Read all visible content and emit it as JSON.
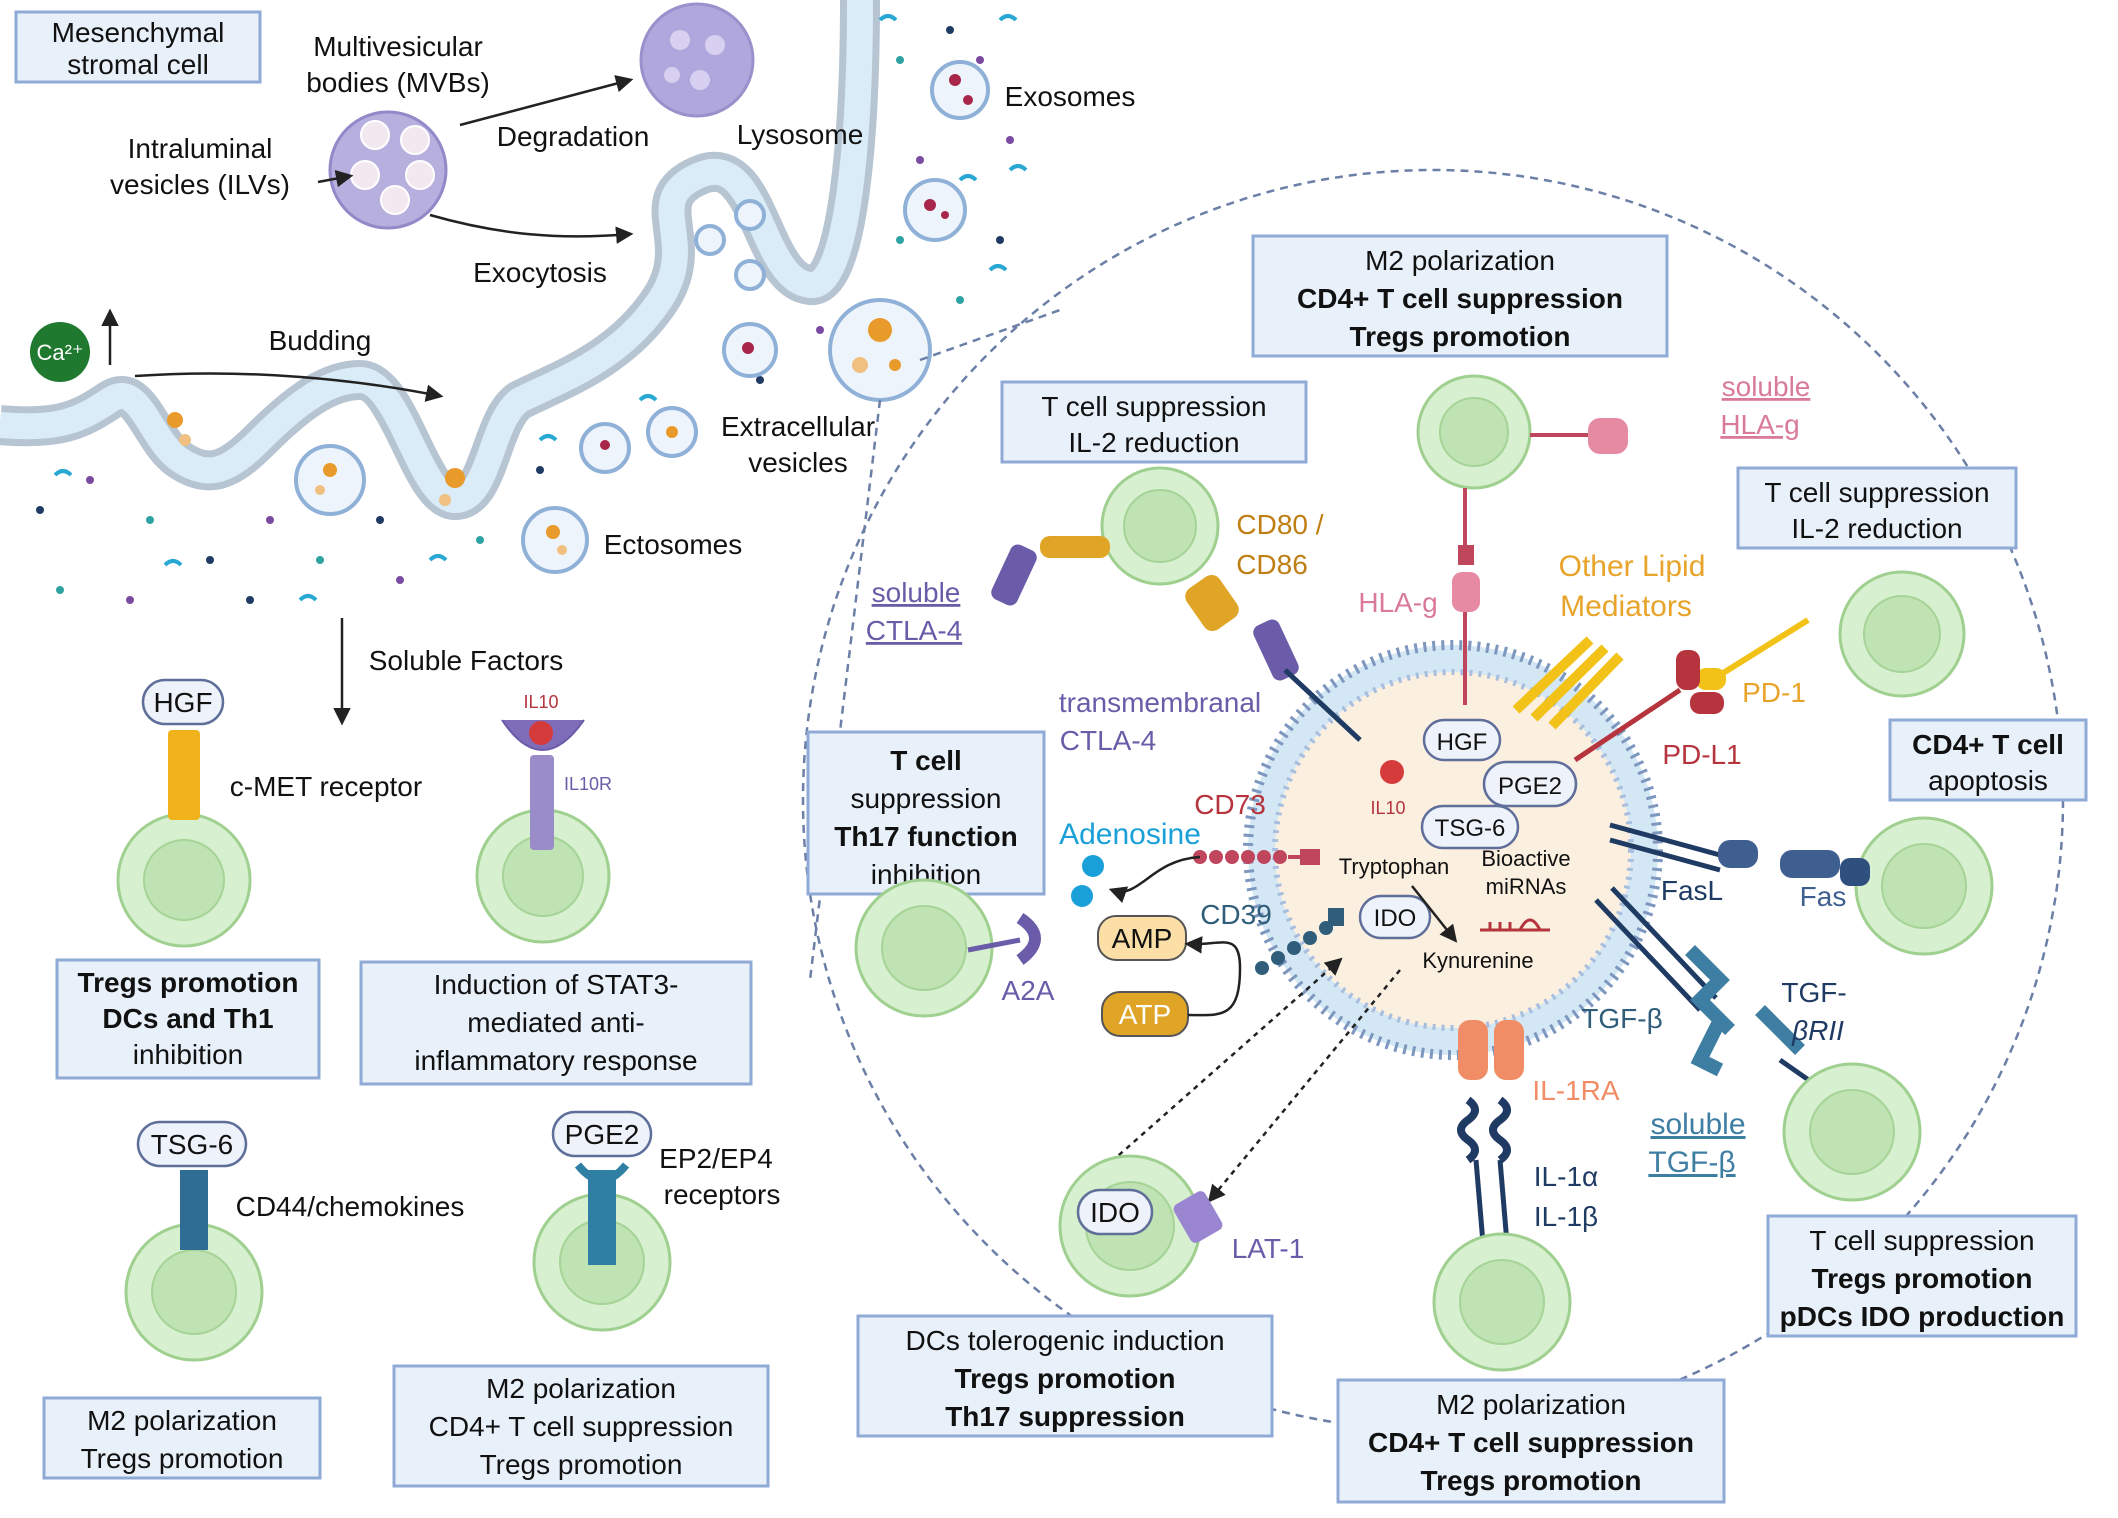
{
  "colors": {
    "box_fill": "#e8f0fa",
    "box_stroke": "#8faad6",
    "cell_green": "#d7f0cf",
    "membrane_blue": "#cfe6f6",
    "purple_ctla4": "#6a5ca8",
    "orange_cd80": "#e0a526",
    "pink_hlag": "#d97b98",
    "red_pdl1": "#b5343d",
    "navy": "#1f3b63",
    "teal_tgfb": "#3e7ea3",
    "salmon_il1ra": "#f08d66",
    "cyan_adenosine": "#1aa0d8"
  },
  "left": {
    "title_box": "Mesenchymal\nstromal cell",
    "mvb_label": "Multivesicular\nbodies (MVBs)",
    "ilv_label": "Intraluminal\nvesicles (ILVs)",
    "degradation": "Degradation",
    "lysosome": "Lysosome",
    "exocytosis": "Exocytosis",
    "exosomes": "Exosomes",
    "budding": "Budding",
    "calcium": "Ca²⁺",
    "extracellular_vesicles": "Extracellular\nvesicles",
    "ectosomes": "Ectosomes",
    "soluble_factors": "Soluble Factors",
    "hgf": "HGF",
    "cmet": "c-MET receptor",
    "il10": "IL10",
    "il10r": "IL10R",
    "hgf_box": [
      "Tregs promotion",
      "DCs and Th1",
      "inhibition"
    ],
    "il10_box": [
      "Induction of STAT3-",
      "mediated anti-",
      "inflammatory response"
    ],
    "tsg6": "TSG-6",
    "cd44": "CD44/chemokines",
    "pge2": "PGE2",
    "ep": "EP2/EP4\nreceptors",
    "tsg6_box": [
      "M2 polarization",
      "Tregs promotion"
    ],
    "pge2_box": [
      "M2 polarization",
      "CD4+ T cell suppression",
      "Tregs promotion"
    ]
  },
  "right": {
    "box_hlag": [
      "M2 polarization",
      "CD4+ T cell suppression",
      "Tregs promotion"
    ],
    "soluble_hlag": "soluble\nHLA-g",
    "box_cd80": [
      "T cell suppression",
      "IL-2 reduction"
    ],
    "cd80": "CD80 /\nCD86",
    "soluble_ctla4": "soluble\nCTLA-4",
    "hlag": "HLA-g",
    "lipid": "Other Lipid\nMediators",
    "box_pd1": [
      "T cell suppression",
      "IL-2 reduction"
    ],
    "pd1": "PD-1",
    "pdl1": "PD-L1",
    "transmembranal": "transmembranal\nCTLA-4",
    "box_adenosine": [
      "T cell",
      "suppression",
      "Th17 function",
      "inhibition"
    ],
    "cd73": "CD73",
    "adenosine": "Adenosine",
    "cd39": "CD39",
    "amp": "AMP",
    "atp": "ATP",
    "a2a": "A2A",
    "inner_hgf": "HGF",
    "inner_pge2": "PGE2",
    "inner_tsg6": "TSG-6",
    "inner_il10": "IL10",
    "tryptophan": "Tryptophan",
    "bioactive": "Bioactive\nmiRNAs",
    "inner_ido": "IDO",
    "kynurenine": "Kynurenine",
    "box_fas": [
      "CD4+ T cell",
      "apoptosis"
    ],
    "fasl": "FasL",
    "fas": "Fas",
    "tgfb": "TGF-β",
    "tgfbrii": "TGF-\nβRII",
    "soluble_tgfb": "soluble\nTGF-β",
    "il1ra": "IL-1RA",
    "il1": "IL-1α\nIL-1β",
    "ido_cell": "IDO",
    "lat1": "LAT-1",
    "box_dcs": [
      "DCs tolerogenic induction",
      "Tregs promotion",
      "Th17 suppression"
    ],
    "box_il1": [
      "M2 polarization",
      "CD4+ T cell suppression",
      "Tregs promotion"
    ],
    "box_tgfb": [
      "T cell suppression",
      "Tregs promotion",
      "pDCs IDO production"
    ]
  }
}
